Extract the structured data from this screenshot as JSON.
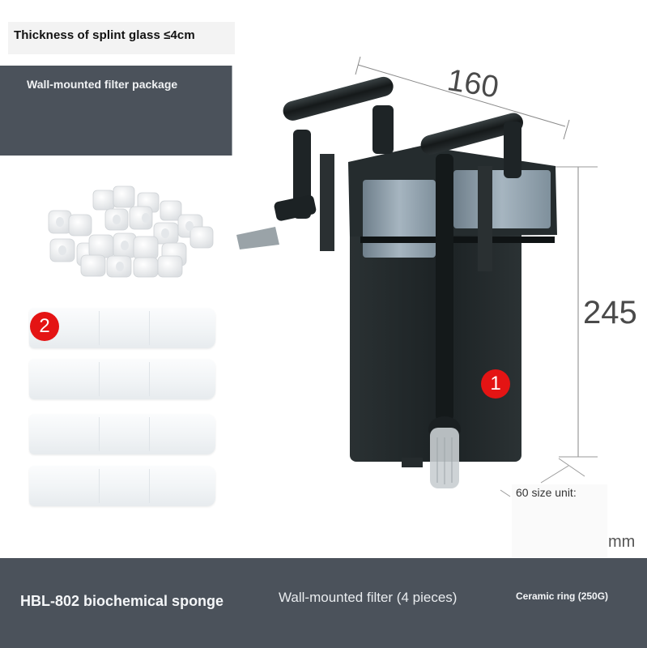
{
  "header": {
    "thickness_note": "Thickness of splint glass ≤4cm",
    "package_label": "Wall-mounted filter package"
  },
  "badges": {
    "filter_number": "1",
    "sponge_number": "2"
  },
  "dimensions": {
    "width": "160",
    "height": "245",
    "size_unit_label": "60 size unit:",
    "unit": "mm"
  },
  "footer": {
    "item1": "HBL-802 biochemical sponge",
    "item2": "Wall-mounted filter (4 pieces)",
    "item3": "Ceramic ring (250G)"
  },
  "colors": {
    "panel_bg": "#4b525b",
    "badge_red": "#e41414",
    "filter_body": "#1f2628",
    "filter_cap": "#8fa0ad"
  },
  "sponges": {
    "count": 4
  },
  "icons": {
    "filter": "hang-on-back-filter-icon",
    "rings": "ceramic-rings-icon",
    "sponge": "sponge-pad-icon"
  }
}
